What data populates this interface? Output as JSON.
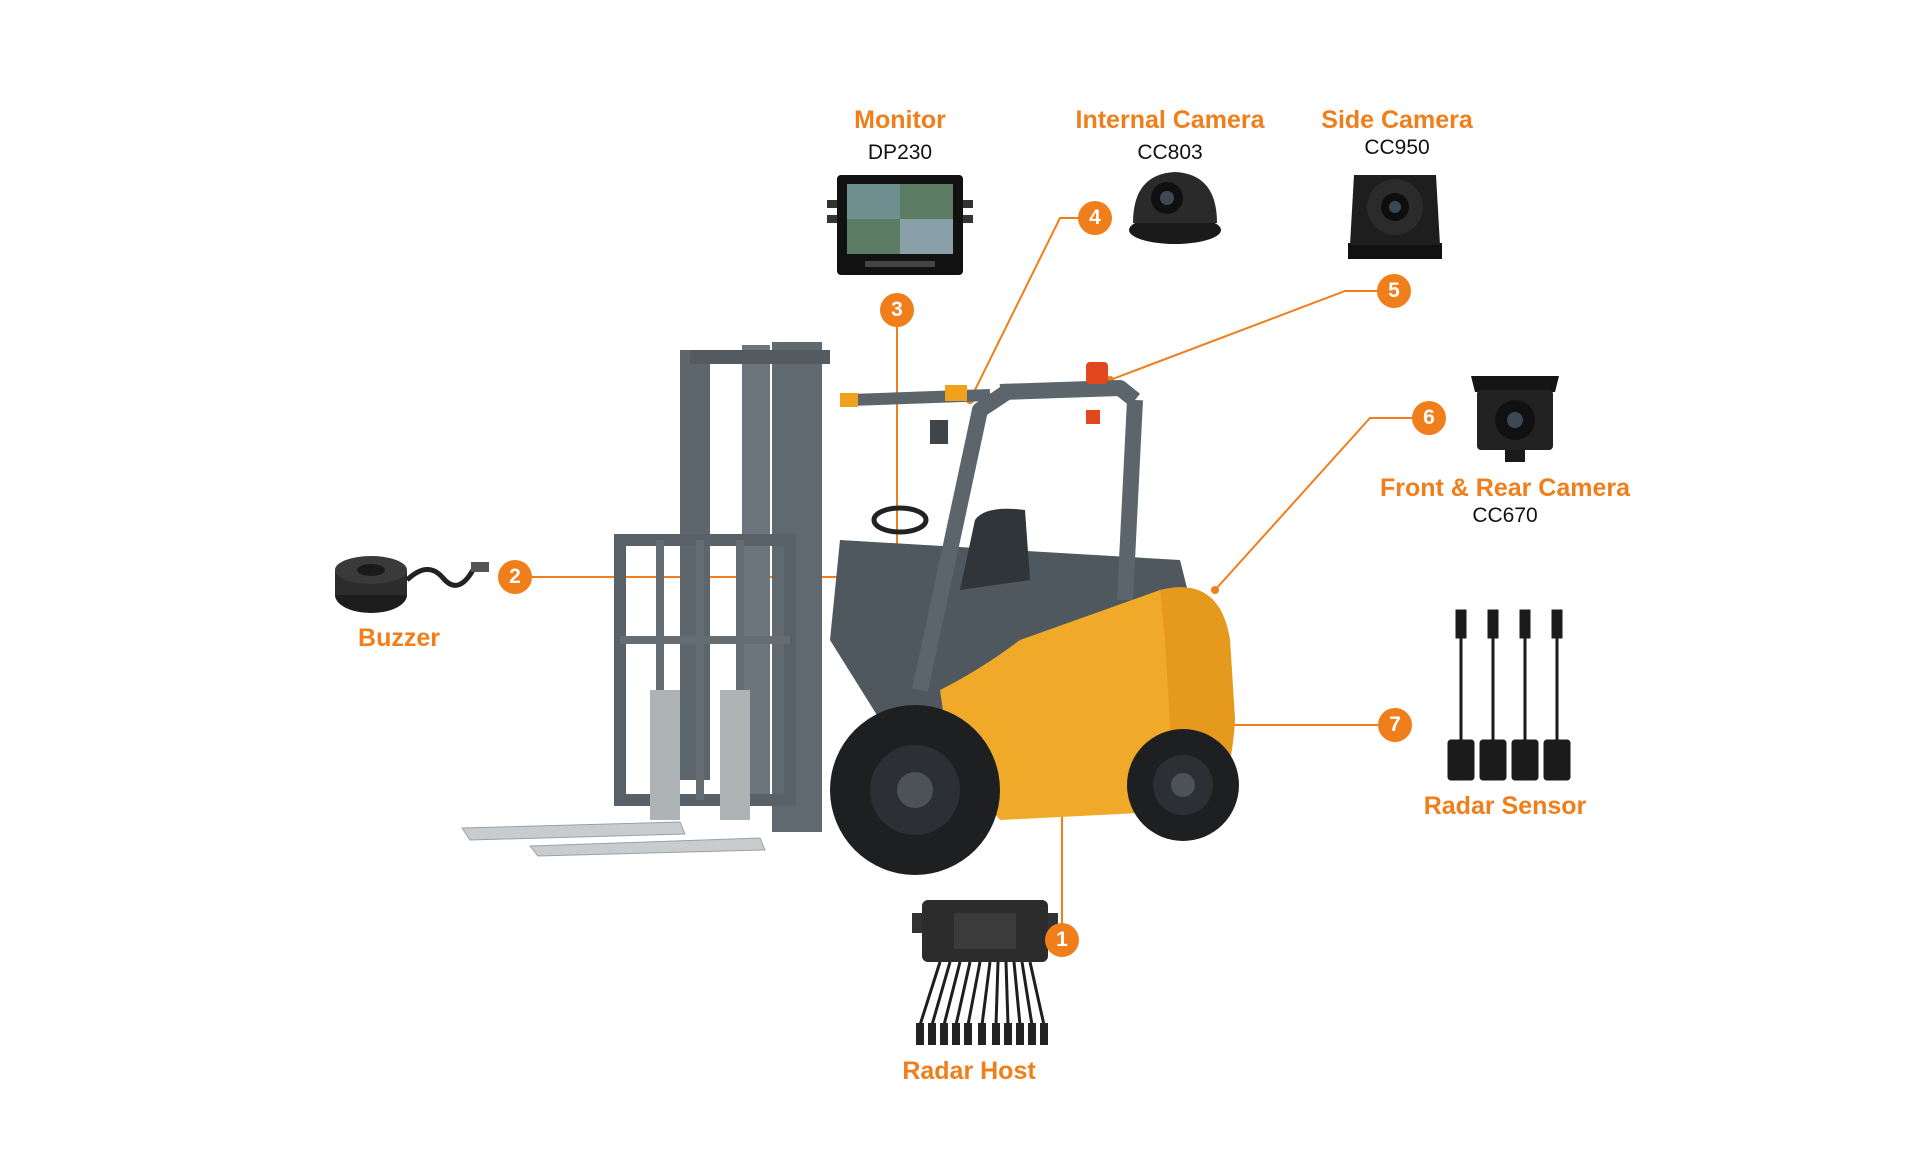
{
  "accent_color": "#F07E1A",
  "components": [
    {
      "number": "1",
      "title": "Radar Host",
      "model": "",
      "icon": "radar-host-icon"
    },
    {
      "number": "2",
      "title": "Buzzer",
      "model": "",
      "icon": "buzzer-icon"
    },
    {
      "number": "3",
      "title": "Monitor",
      "model": "DP230",
      "icon": "monitor-icon"
    },
    {
      "number": "4",
      "title": "Internal Camera",
      "model": "CC803",
      "icon": "dome-camera-icon"
    },
    {
      "number": "5",
      "title": "Side Camera",
      "model": "CC950",
      "icon": "side-camera-icon"
    },
    {
      "number": "6",
      "title": "Front & Rear Camera",
      "model": "CC670",
      "icon": "rear-camera-icon"
    },
    {
      "number": "7",
      "title": "Radar Sensor",
      "model": "",
      "icon": "radar-sensor-icon"
    }
  ]
}
